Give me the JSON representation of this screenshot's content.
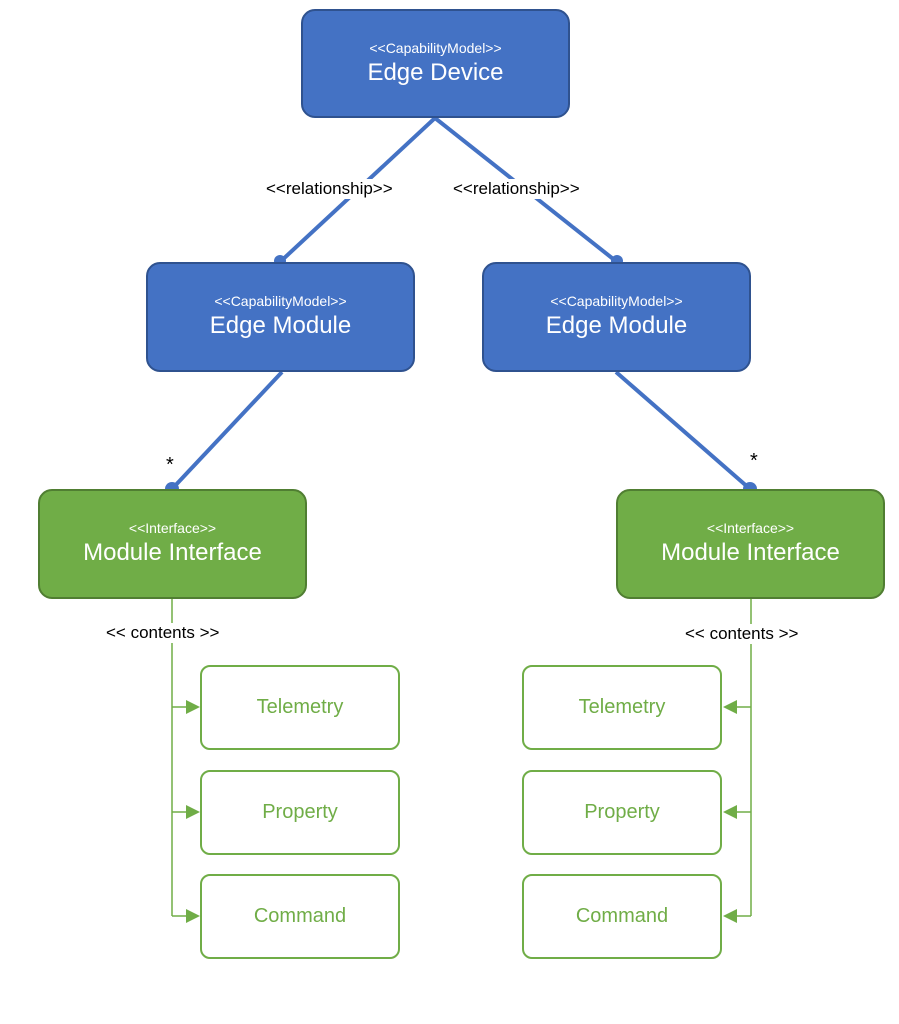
{
  "colors": {
    "capability_model": "#4472c4",
    "interface": "#70ad47",
    "contents": "#70ad47"
  },
  "nodes": {
    "edge_device": {
      "stereotype": "<<CapabilityModel>>",
      "name": "Edge Device"
    },
    "edge_module_left": {
      "stereotype": "<<CapabilityModel>>",
      "name": "Edge Module"
    },
    "edge_module_right": {
      "stereotype": "<<CapabilityModel>>",
      "name": "Edge Module"
    },
    "interface_left": {
      "stereotype": "<<Interface>>",
      "name": "Module Interface"
    },
    "interface_right": {
      "stereotype": "<<Interface>>",
      "name": "Module Interface"
    }
  },
  "edges": {
    "relationship_left": "<<relationship>>",
    "relationship_right": "<<relationship>>",
    "multiplicity_left": "*",
    "multiplicity_right": "*",
    "contents_left": "<< contents >>",
    "contents_right": "<< contents >>"
  },
  "contents_left": [
    "Telemetry",
    "Property",
    "Command"
  ],
  "contents_right": [
    "Telemetry",
    "Property",
    "Command"
  ]
}
